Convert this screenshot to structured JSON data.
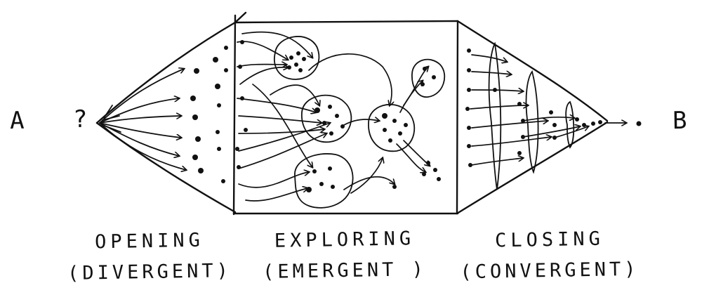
{
  "diagram": {
    "start_label": "A",
    "question_label": "?",
    "end_label": "B",
    "phases": [
      {
        "title": "OPENING",
        "subtitle": "(DIVERGENT)"
      },
      {
        "title": "EXPLORING",
        "subtitle": "(EMERGENT )"
      },
      {
        "title": "CLOSING",
        "subtitle": "(CONVERGENT)"
      }
    ]
  }
}
